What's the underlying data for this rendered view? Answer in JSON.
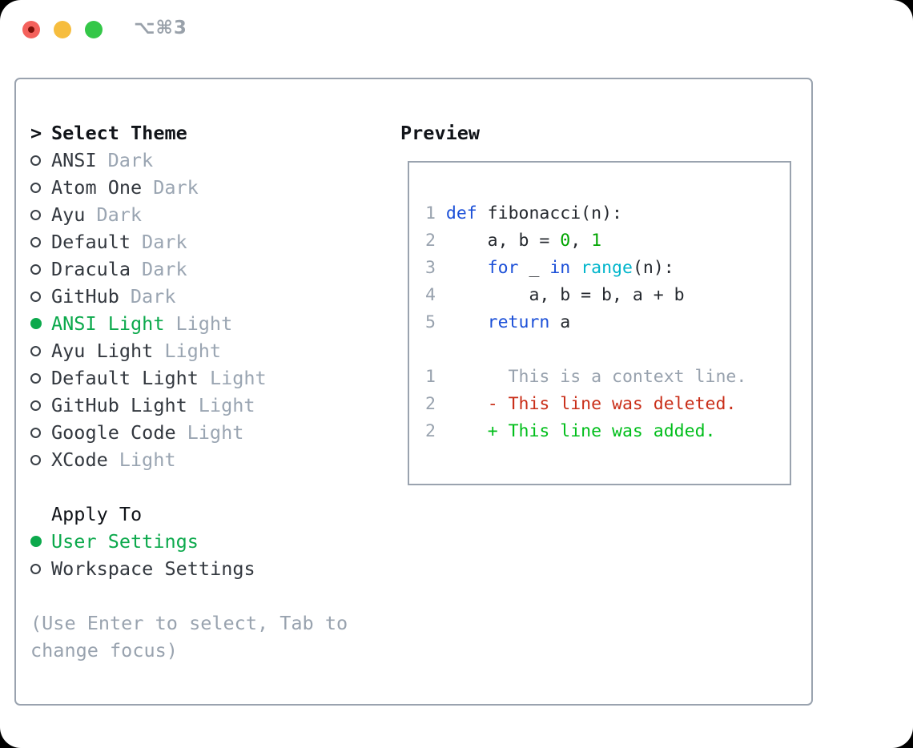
{
  "titlebar": {
    "shortcut": "⌥⌘3",
    "buttons": [
      "close",
      "minimize",
      "zoom"
    ]
  },
  "colors": {
    "header": "#111419",
    "label": "#33383f",
    "suffix": "#9aa5b2",
    "selected": "#0ca94c",
    "help": "#99a3af",
    "num": "#98a2ae",
    "ctx": "#98a2ae",
    "kw": "#1c50d8",
    "builtin": "#00b5cb",
    "lit": "#00a400",
    "fg": "#24282e",
    "del": "#c92e18",
    "add": "#00be1a",
    "panel_border": "#9aa3af",
    "traffic_red": "#f4615c",
    "traffic_yellow": "#f6bd3e",
    "traffic_green": "#34c748"
  },
  "left_panel": {
    "rows": [
      {
        "type": "header",
        "marker": ">",
        "label": "Select Theme"
      },
      {
        "type": "option",
        "label": "ANSI",
        "suffix": "Dark",
        "selected": false
      },
      {
        "type": "option",
        "label": "Atom One",
        "suffix": "Dark",
        "selected": false
      },
      {
        "type": "option",
        "label": "Ayu",
        "suffix": "Dark",
        "selected": false
      },
      {
        "type": "option",
        "label": "Default",
        "suffix": "Dark",
        "selected": false
      },
      {
        "type": "option",
        "label": "Dracula",
        "suffix": "Dark",
        "selected": false
      },
      {
        "type": "option",
        "label": "GitHub",
        "suffix": "Dark",
        "selected": false
      },
      {
        "type": "option",
        "label": "ANSI Light",
        "suffix": "Light",
        "selected": true
      },
      {
        "type": "option",
        "label": "Ayu Light",
        "suffix": "Light",
        "selected": false
      },
      {
        "type": "option",
        "label": "Default Light",
        "suffix": "Light",
        "selected": false
      },
      {
        "type": "option",
        "label": "GitHub Light",
        "suffix": "Light",
        "selected": false
      },
      {
        "type": "option",
        "label": "Google Code",
        "suffix": "Light",
        "selected": false
      },
      {
        "type": "option",
        "label": "XCode",
        "suffix": "Light",
        "selected": false
      },
      {
        "type": "blank"
      },
      {
        "type": "subheader",
        "label": "Apply To"
      },
      {
        "type": "option",
        "label": "User Settings",
        "suffix": "",
        "selected": true
      },
      {
        "type": "option",
        "label": "Workspace Settings",
        "suffix": "",
        "selected": false
      },
      {
        "type": "blank"
      },
      {
        "type": "help",
        "text": "(Use Enter to select, Tab to"
      },
      {
        "type": "help",
        "text": "change focus)"
      }
    ]
  },
  "preview": {
    "heading": "Preview",
    "lines": [
      {
        "segments": [
          {
            "t": "1 ",
            "c": "num"
          },
          {
            "t": "def",
            "c": "kw"
          },
          {
            "t": " fibonacci(n):",
            "c": "fg"
          }
        ]
      },
      {
        "segments": [
          {
            "t": "2 ",
            "c": "num"
          },
          {
            "t": "    a, b = ",
            "c": "fg"
          },
          {
            "t": "0",
            "c": "lit"
          },
          {
            "t": ", ",
            "c": "fg"
          },
          {
            "t": "1",
            "c": "lit"
          }
        ]
      },
      {
        "segments": [
          {
            "t": "3 ",
            "c": "num"
          },
          {
            "t": "    ",
            "c": "fg"
          },
          {
            "t": "for",
            "c": "kw"
          },
          {
            "t": " _ ",
            "c": "fg"
          },
          {
            "t": "in",
            "c": "kw"
          },
          {
            "t": " ",
            "c": "fg"
          },
          {
            "t": "range",
            "c": "builtin"
          },
          {
            "t": "(n):",
            "c": "fg"
          }
        ]
      },
      {
        "segments": [
          {
            "t": "4 ",
            "c": "num"
          },
          {
            "t": "        a, b = b, a + b",
            "c": "fg"
          }
        ]
      },
      {
        "segments": [
          {
            "t": "5 ",
            "c": "num"
          },
          {
            "t": "    ",
            "c": "fg"
          },
          {
            "t": "return",
            "c": "kw"
          },
          {
            "t": " a",
            "c": "fg"
          }
        ]
      },
      {
        "segments": []
      },
      {
        "segments": [
          {
            "t": "1",
            "c": "num"
          },
          {
            "t": "       This is a context line.",
            "c": "ctx"
          }
        ]
      },
      {
        "segments": [
          {
            "t": "2",
            "c": "num"
          },
          {
            "t": "     ",
            "c": "fg"
          },
          {
            "t": "- This line was deleted.",
            "c": "del"
          }
        ]
      },
      {
        "segments": [
          {
            "t": "2",
            "c": "num"
          },
          {
            "t": "     ",
            "c": "fg"
          },
          {
            "t": "+ This line was added.",
            "c": "add"
          }
        ]
      }
    ]
  }
}
